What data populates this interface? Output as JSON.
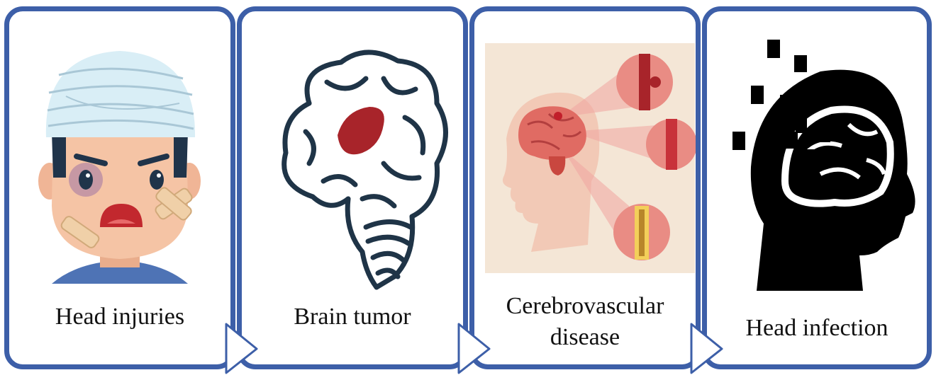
{
  "colors": {
    "border": "#3d5fa8",
    "bandage": "#d9eef6",
    "skin": "#f5c4a5",
    "tumor": "#a8242a",
    "brain_outline": "#1f3447",
    "cerebro_bg": "#f4e6d6",
    "vessel": "#d9746c",
    "silhouette": "#000000"
  },
  "steps": [
    {
      "label": "Head injuries",
      "icon": "bandaged-head-icon"
    },
    {
      "label": "Brain tumor",
      "icon": "brain-tumor-icon"
    },
    {
      "label": "Cerebrovascular disease",
      "icon": "head-vessel-icon"
    },
    {
      "label": "Head infection",
      "icon": "pixelated-head-icon"
    }
  ]
}
